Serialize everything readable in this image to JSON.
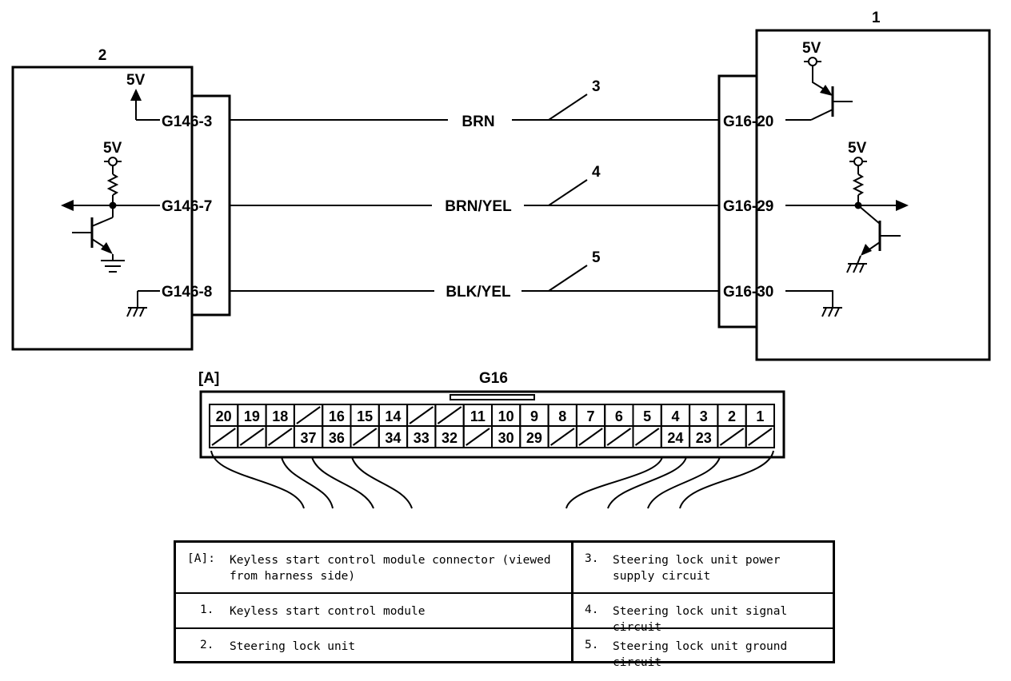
{
  "diagram": {
    "module1": {
      "callout": "1"
    },
    "module2": {
      "callout": "2"
    },
    "supply_label": "5V",
    "module2_pins": [
      "G146-3",
      "G146-7",
      "G146-8"
    ],
    "module1_pins": [
      "G16-20",
      "G16-29",
      "G16-30"
    ],
    "wires": [
      {
        "color": "BRN",
        "callout": "3"
      },
      {
        "color": "BRN/YEL",
        "callout": "4"
      },
      {
        "color": "BLK/YEL",
        "callout": "5"
      }
    ]
  },
  "connector": {
    "view_label": "[A]",
    "name": "G16",
    "top_row": [
      "20",
      "19",
      "18",
      "",
      "16",
      "15",
      "14",
      "",
      "",
      "11",
      "10",
      "9",
      "8",
      "7",
      "6",
      "5",
      "4",
      "3",
      "2",
      "1"
    ],
    "bottom_row": [
      "",
      "",
      "",
      "37",
      "36",
      "",
      "34",
      "33",
      "32",
      "",
      "30",
      "29",
      "",
      "",
      "",
      "",
      "24",
      "23",
      "",
      ""
    ]
  },
  "legend": {
    "rows": [
      {
        "left_key": "[A]:",
        "left_text": "Keyless start control module connector (viewed from harness side)",
        "right_key": "3.",
        "right_text": "Steering lock unit power supply circuit"
      },
      {
        "left_key": "1.",
        "left_text": "Keyless start control module",
        "right_key": "4.",
        "right_text": "Steering lock unit signal circuit"
      },
      {
        "left_key": "2.",
        "left_text": "Steering lock unit",
        "right_key": "5.",
        "right_text": "Steering lock unit ground circuit"
      }
    ]
  }
}
